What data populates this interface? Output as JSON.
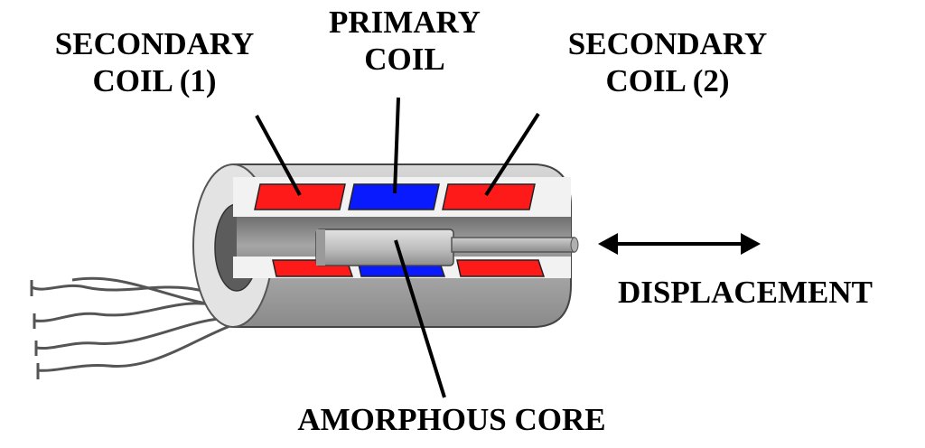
{
  "labels": {
    "secondary_coil_1": {
      "line1": "SECONDARY",
      "line2": "COIL (1)"
    },
    "primary_coil": {
      "line1": "PRIMARY",
      "line2": "COIL"
    },
    "secondary_coil_2": {
      "line1": "SECONDARY",
      "line2": "COIL (2)"
    },
    "displacement": "DISPLACEMENT",
    "core": "AMORPHOUS CORE"
  },
  "colors": {
    "secondary_coil": "#ff1a1a",
    "primary_coil": "#0a1aff",
    "housing": "#b8b8b8",
    "leader_lines": "#000000"
  }
}
